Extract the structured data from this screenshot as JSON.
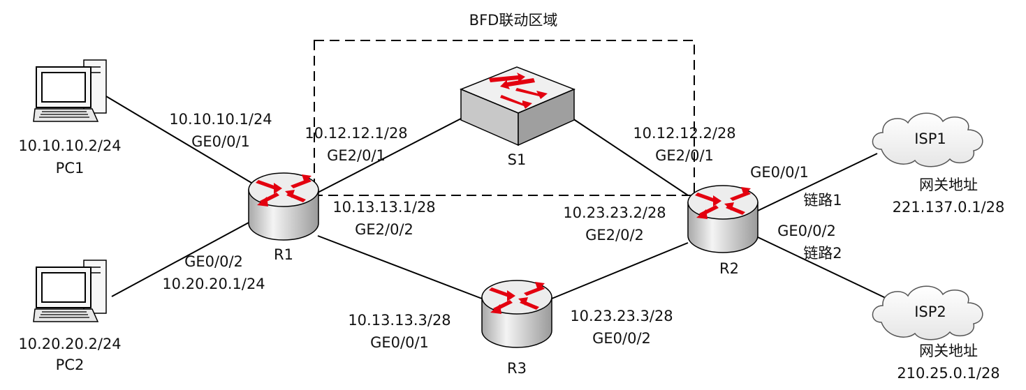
{
  "region": {
    "label": "BFD联动区域"
  },
  "pcs": [
    {
      "name": "PC1",
      "ip": "10.10.10.2/24"
    },
    {
      "name": "PC2",
      "ip": "10.20.20.2/24"
    }
  ],
  "routers": [
    {
      "name": "R1"
    },
    {
      "name": "R2"
    },
    {
      "name": "R3"
    }
  ],
  "switch": {
    "name": "S1"
  },
  "clouds": [
    {
      "name": "ISP1",
      "title": "网关地址",
      "ip": "221.137.0.1/28"
    },
    {
      "name": "ISP2",
      "title": "网关地址",
      "ip": "210.25.0.1/28"
    }
  ],
  "links": {
    "pc1_r1": {
      "ip": "10.10.10.1/24",
      "port": "GE0/0/1"
    },
    "pc2_r1": {
      "port": "GE0/0/2",
      "ip": "10.20.20.1/24"
    },
    "r1_s1": {
      "ip": "10.12.12.1/28",
      "port": "GE2/0/1"
    },
    "r2_s1": {
      "ip": "10.12.12.2/28",
      "port": "GE2/0/1"
    },
    "r1_r3": {
      "ip": "10.13.13.1/28",
      "port": "GE2/0/2"
    },
    "r2_r3": {
      "ip": "10.23.23.2/28",
      "port": "GE2/0/2"
    },
    "r3_r1": {
      "ip": "10.13.13.3/28",
      "port": "GE0/0/1"
    },
    "r3_r2": {
      "ip": "10.23.23.3/28",
      "port": "GE0/0/2"
    },
    "r2_isp1": {
      "port": "GE0/0/1",
      "name": "链路1"
    },
    "r2_isp2": {
      "port": "GE0/0/2",
      "name": "链路2"
    }
  },
  "colors": {
    "line": "#000000",
    "arrow": "#e3000f",
    "device_body": "#d9d9d9",
    "device_top": "#f2f2f2"
  }
}
